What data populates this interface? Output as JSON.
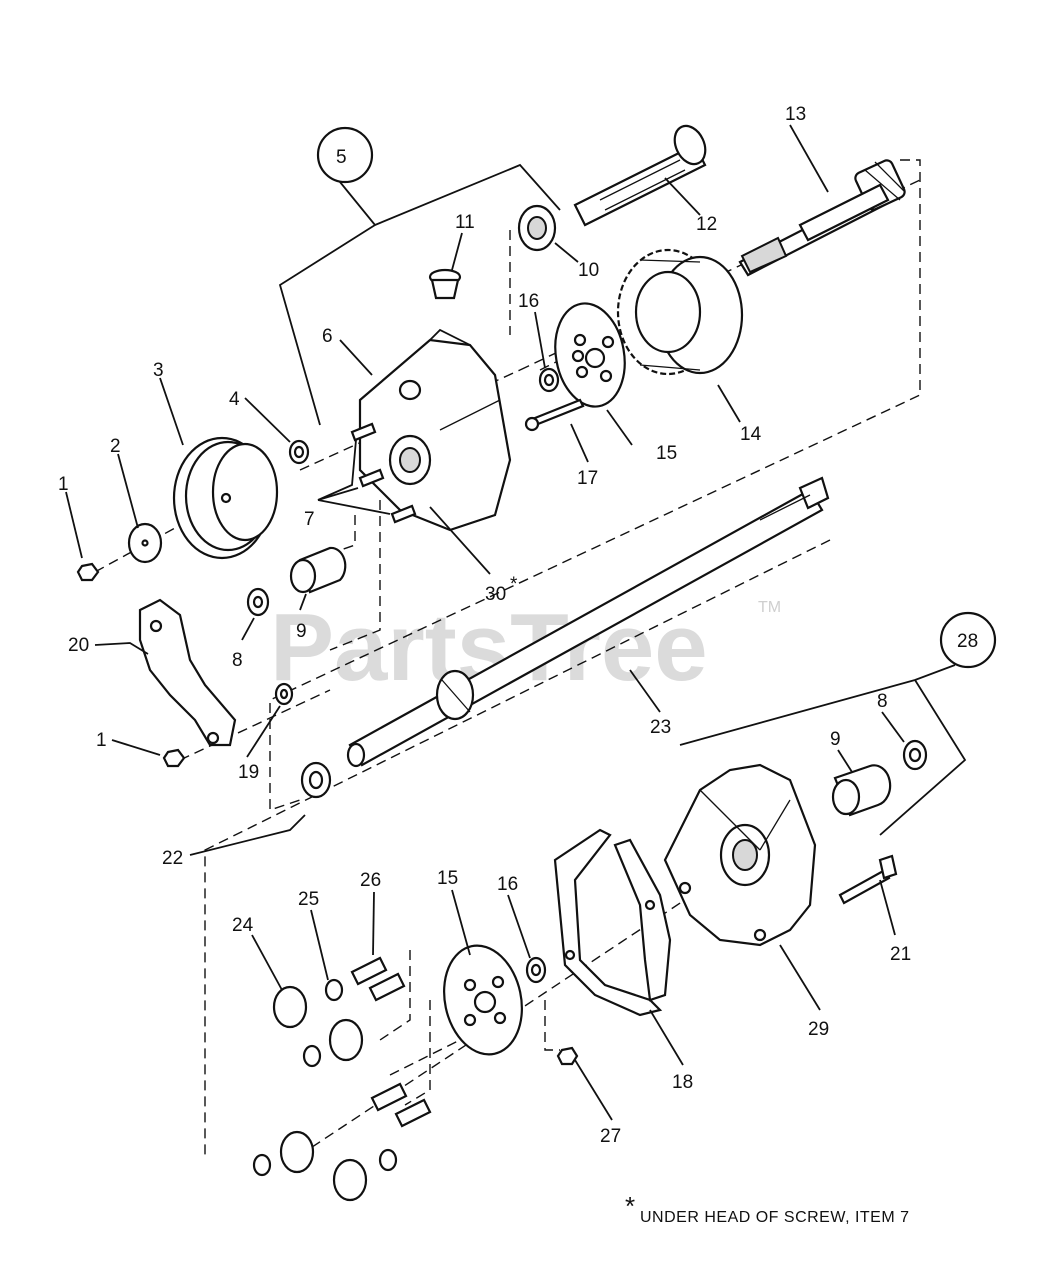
{
  "watermark": {
    "text": "PartsTree",
    "trademark": "TM"
  },
  "footnote": {
    "marker": "*",
    "text": "UNDER HEAD OF SCREW, ITEM 7"
  },
  "callouts": {
    "c1a": "1",
    "c1b": "1",
    "c2": "2",
    "c3": "3",
    "c4": "4",
    "c5": "5",
    "c6": "6",
    "c7": "7",
    "c8a": "8",
    "c8b": "8",
    "c9a": "9",
    "c9b": "9",
    "c10": "10",
    "c11": "11",
    "c12": "12",
    "c13": "13",
    "c14": "14",
    "c15a": "15",
    "c15b": "15",
    "c16a": "16",
    "c16b": "16",
    "c17": "17",
    "c18": "18",
    "c19": "19",
    "c20": "20",
    "c21": "21",
    "c22": "22",
    "c23": "23",
    "c24": "24",
    "c25": "25",
    "c26": "26",
    "c27": "27",
    "c28": "28",
    "c29": "29",
    "c30": "30",
    "c30_star": "*"
  }
}
